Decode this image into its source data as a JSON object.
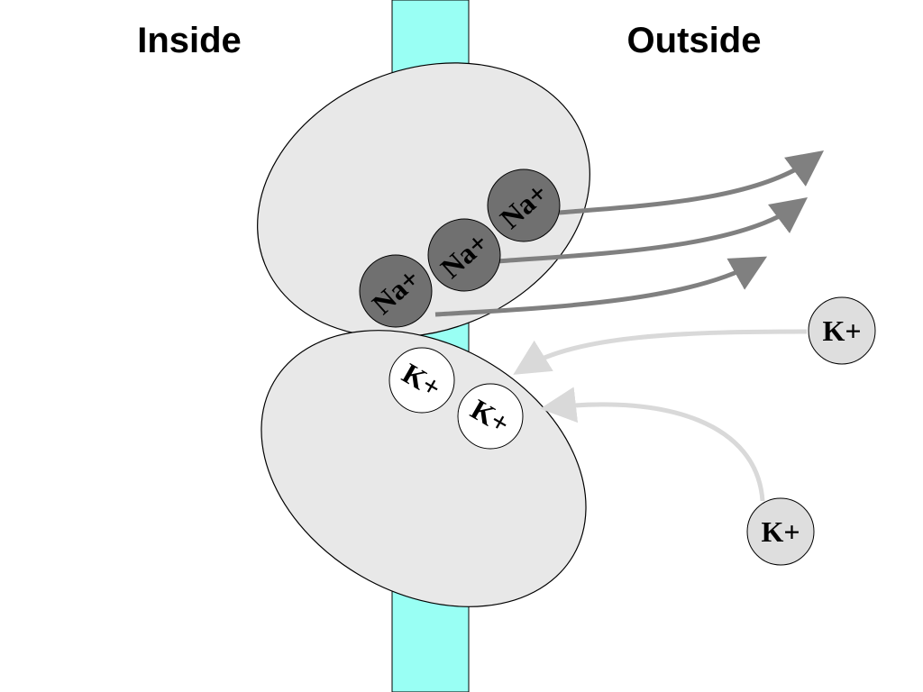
{
  "labels": {
    "inside": "Inside",
    "outside": "Outside"
  },
  "ions": {
    "sodium_label": "Na+",
    "potassium_label": "K+"
  },
  "colors": {
    "membrane": "#99FFF4",
    "protein": "#E8E8E8",
    "sodium_ion": "#707070",
    "sodium_arrow": "#808080",
    "potassium_ion_bound": "#FFFFFF",
    "potassium_ion_free": "#DEDEDE",
    "potassium_arrow": "#D9D9D9"
  }
}
